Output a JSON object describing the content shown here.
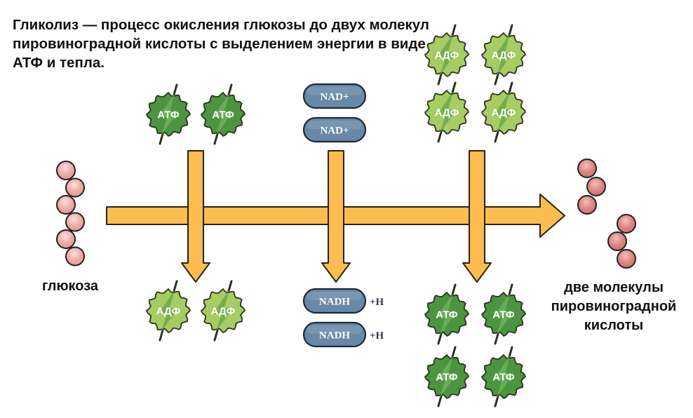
{
  "title": "Гликолиз — процесс окисления глюкозы до двух молекул пировиноградной кислоты с выделением энергии в виде АТФ и тепла.",
  "colors": {
    "arrow_fill": "#fbbd4f",
    "arrow_stroke": "#2a2118",
    "atp_fill": "#4d9440",
    "atp_bolt": "#6cb35a",
    "adp_fill": "#a6cc63",
    "adp_bolt": "#6aa84a",
    "badge_stroke": "#27331f",
    "nad_fill": "#6788a6",
    "nad_stroke": "#1d2a38",
    "bead_fill": "#ecaaa6",
    "bead_hi": "#f6cfcb",
    "bead_pyruvate_fill": "#d97b78",
    "bead_stroke": "#222222"
  },
  "start": {
    "label": "глюкоза",
    "carbons": 6
  },
  "end": {
    "label_lines": [
      "две молекулы",
      "пировиноградной",
      "кислоты"
    ],
    "molecules": 2,
    "carbons_each": 3
  },
  "stages": [
    {
      "name": "atp-investment",
      "inputs": [
        {
          "type": "ATP",
          "label": "АТФ"
        },
        {
          "type": "ATP",
          "label": "АТФ"
        }
      ],
      "outputs": [
        {
          "type": "ADP",
          "label": "АДФ"
        },
        {
          "type": "ADP",
          "label": "АДФ"
        }
      ]
    },
    {
      "name": "nad-reduction",
      "inputs": [
        {
          "type": "NAD",
          "label": "NAD+"
        },
        {
          "type": "NAD",
          "label": "NAD+"
        }
      ],
      "outputs": [
        {
          "type": "NADH",
          "label": "NADH",
          "suffix": "+H"
        },
        {
          "type": "NADH",
          "label": "NADH",
          "suffix": "+H"
        }
      ]
    },
    {
      "name": "atp-payoff",
      "inputs": [
        {
          "type": "ADP",
          "label": "АДФ"
        },
        {
          "type": "ADP",
          "label": "АДФ"
        },
        {
          "type": "ADP",
          "label": "АДФ"
        },
        {
          "type": "ADP",
          "label": "АДФ"
        }
      ],
      "outputs": [
        {
          "type": "ATP",
          "label": "АТФ"
        },
        {
          "type": "ATP",
          "label": "АТФ"
        },
        {
          "type": "ATP",
          "label": "АТФ"
        },
        {
          "type": "ATP",
          "label": "АТФ"
        }
      ]
    }
  ]
}
